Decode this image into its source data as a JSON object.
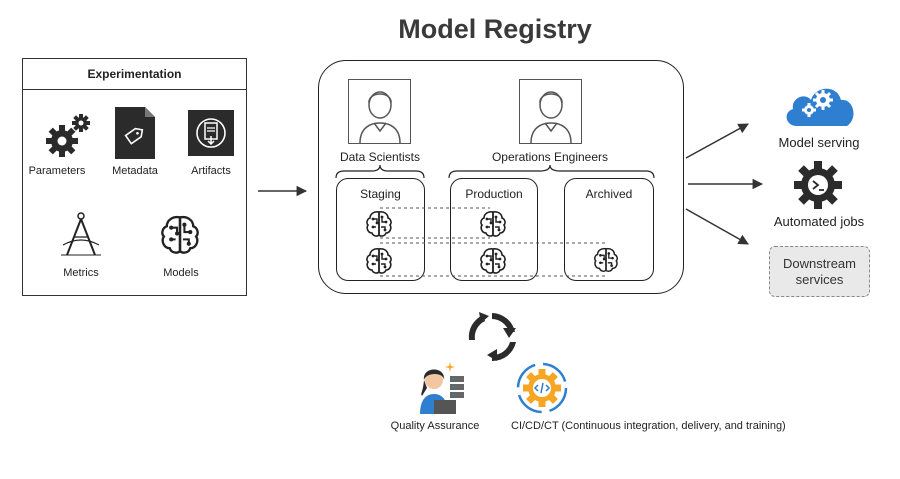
{
  "title": "Model Registry",
  "experimentation": {
    "heading": "Experimentation",
    "items": [
      "Parameters",
      "Metadata",
      "Artifacts",
      "Metrics",
      "Models"
    ]
  },
  "registry": {
    "roles": [
      "Data Scientists",
      "Operations Engineers"
    ],
    "stages": [
      "Staging",
      "Production",
      "Archived"
    ]
  },
  "outputs": {
    "model_serving": "Model serving",
    "automated_jobs": "Automated jobs",
    "downstream_services": "Downstream services"
  },
  "bottom": {
    "quality_assurance": "Quality Assurance",
    "cicd": "CI/CD/CT (Continuous integration, delivery, and training)"
  },
  "icons": [
    "gears-icon",
    "tag-document-icon",
    "artifact-icon",
    "compass-icon",
    "brain-icon",
    "person-icon",
    "cloud-gears-icon",
    "terminal-gear-icon",
    "cycle-arrows-icon",
    "cicd-gear-icon"
  ],
  "colors": {
    "accent_blue": "#2f7fd0",
    "accent_orange": "#f5a623",
    "dark": "#333333"
  }
}
